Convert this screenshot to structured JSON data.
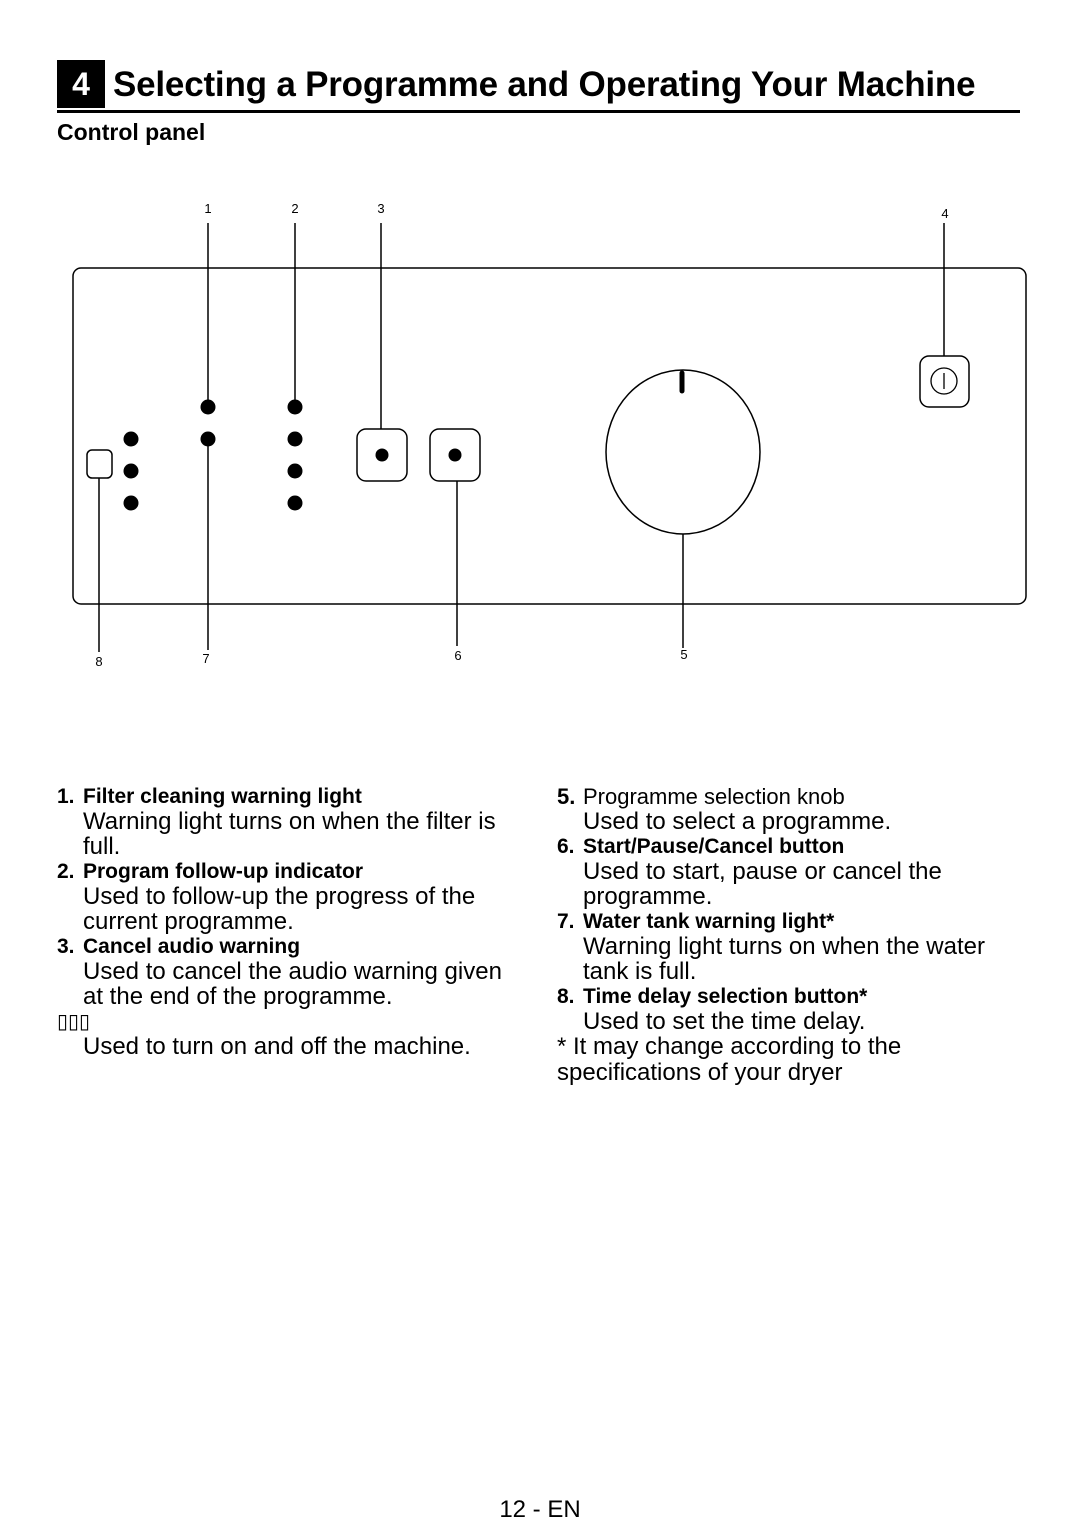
{
  "header": {
    "section_number": "4",
    "title": "Selecting a Programme and Operating Your Machine",
    "subtitle": "Control panel"
  },
  "diagram": {
    "callouts": [
      "1",
      "2",
      "3",
      "4",
      "5",
      "6",
      "7",
      "8"
    ]
  },
  "items_left": [
    {
      "num": "1.",
      "label": "Filter cleaning warning light",
      "desc": "Warning light turns on when the filter is full."
    },
    {
      "num": "2.",
      "label": "Program follow-up indicator",
      "desc": "Used to follow-up the progress of the current programme."
    },
    {
      "num": "3.",
      "label": "Cancel audio warning",
      "desc": "Used to cancel the audio warning given at the end of the programme."
    }
  ],
  "item4": {
    "glyph": "▯▯▯",
    "desc": "Used to turn on and off the machine."
  },
  "items_right": [
    {
      "num": "5.",
      "label": "Programme selection knob",
      "desc": "Used to select a programme."
    },
    {
      "num": "6.",
      "label": "Start/Pause/Cancel button",
      "desc": "Used to start, pause or cancel the programme."
    },
    {
      "num": "7.",
      "label": "Water tank warning light*",
      "desc": "Warning light turns on when the water tank is full."
    },
    {
      "num": "8.",
      "label": "Time delay selection button*",
      "desc": "Used to set the time delay."
    }
  ],
  "footnote": "* It may change according to the specifications of your dryer",
  "footer": {
    "page_label": "12 - EN"
  }
}
